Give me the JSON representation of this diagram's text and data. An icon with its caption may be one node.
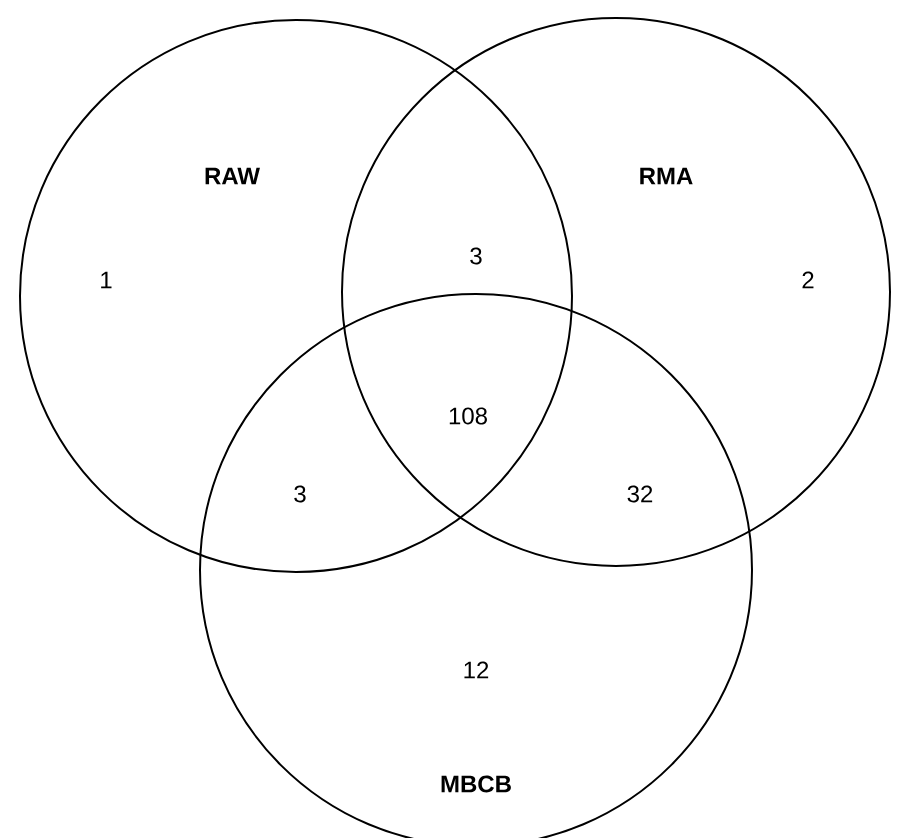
{
  "diagram": {
    "nodes": [
      {
        "text": [
          "RAW"
        ]
      },
      {
        "text": [
          "RMA"
        ]
      },
      {
        "text": [
          "MBCB"
        ]
      }
    ],
    "labels": [
      "3",
      "1",
      "2",
      "108",
      "3",
      "32",
      "12"
    ]
  }
}
